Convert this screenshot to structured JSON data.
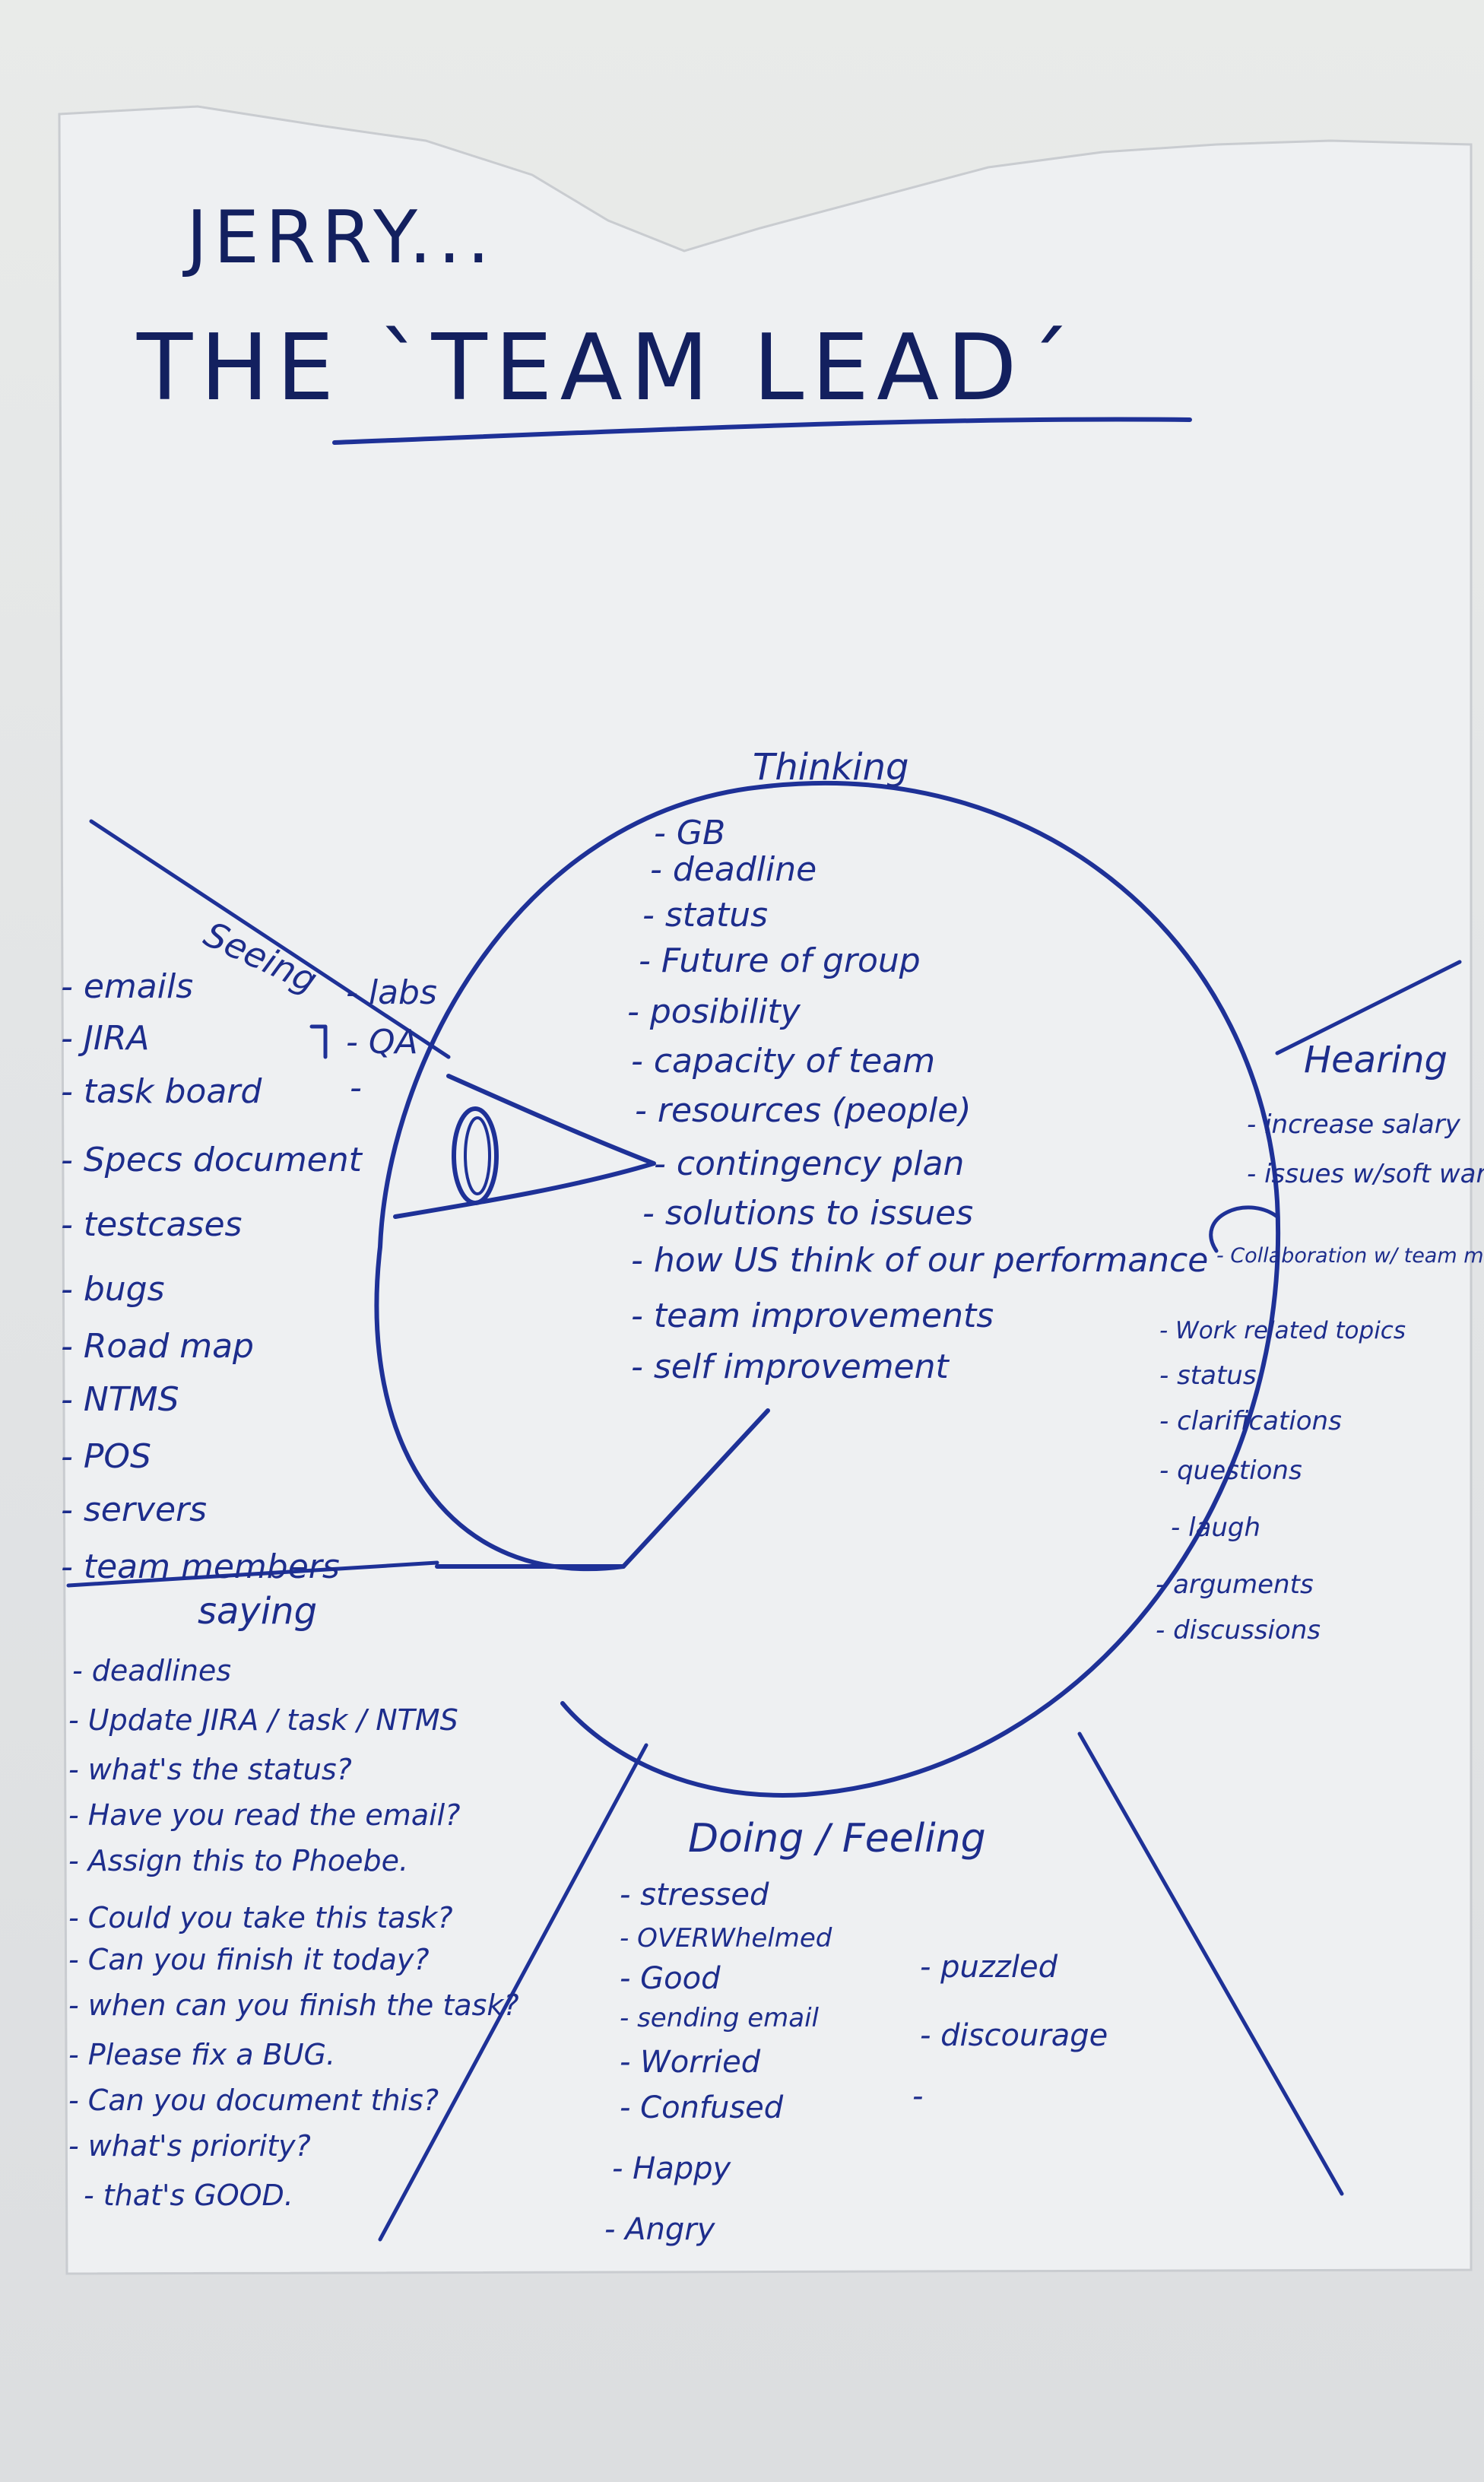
{
  "title": {
    "line1": "JERRY...",
    "line2": "THE `TEAM LEAD´"
  },
  "sections": {
    "thinking": {
      "heading": "Thinking",
      "items": [
        "- GB",
        "- deadline",
        "- status",
        "- Future of group",
        "- posibility",
        "- capacity of team",
        "- resources (people)",
        "- contingency plan",
        "- solutions to issues",
        "- how US think of our performance",
        "- team improvements",
        "- self improvement"
      ]
    },
    "seeing": {
      "heading": "Seeing",
      "items": [
        "- emails",
        "- JIRA",
        "- task board",
        "- Specs document",
        "- testcases",
        "- bugs",
        "- Road map",
        "- NTMS",
        "- POS",
        "- servers",
        "- team members"
      ],
      "extra_items": [
        "- labs",
        "- QA",
        "-"
      ]
    },
    "hearing": {
      "heading": "Hearing",
      "items": [
        "- increase salary",
        "- issues w/soft ware",
        "- Collaboration w/ team members",
        "- Work related topics",
        "- status",
        "- clarifications",
        "- questions",
        "- laugh",
        "- arguments",
        "- discussions"
      ]
    },
    "saying": {
      "heading": "saying",
      "items": [
        "- deadlines",
        "- Update JIRA / task / NTMS",
        "- what's the status?",
        "- Have you read the email?",
        "- Assign this to Phoebe.",
        "- Could you take this task?",
        "- Can you finish it today?",
        "- when can you finish the task?",
        "- Please fix a BUG.",
        "- Can you document this?",
        "- what's priority?",
        "- that's GOOD."
      ]
    },
    "doing_feeling": {
      "heading": "Doing / Feeling",
      "items": [
        "- stressed",
        "- OVERWhelmed",
        "- Good",
        "- sending email",
        "- Worried",
        "- Confused",
        "- Happy",
        "- Angry"
      ],
      "items_right": [
        "- puzzled",
        "- discourage",
        "-"
      ]
    }
  },
  "colors": {
    "ink": "#1e3197",
    "paper": "#eef0f1",
    "wall": "#e4e6e7"
  }
}
